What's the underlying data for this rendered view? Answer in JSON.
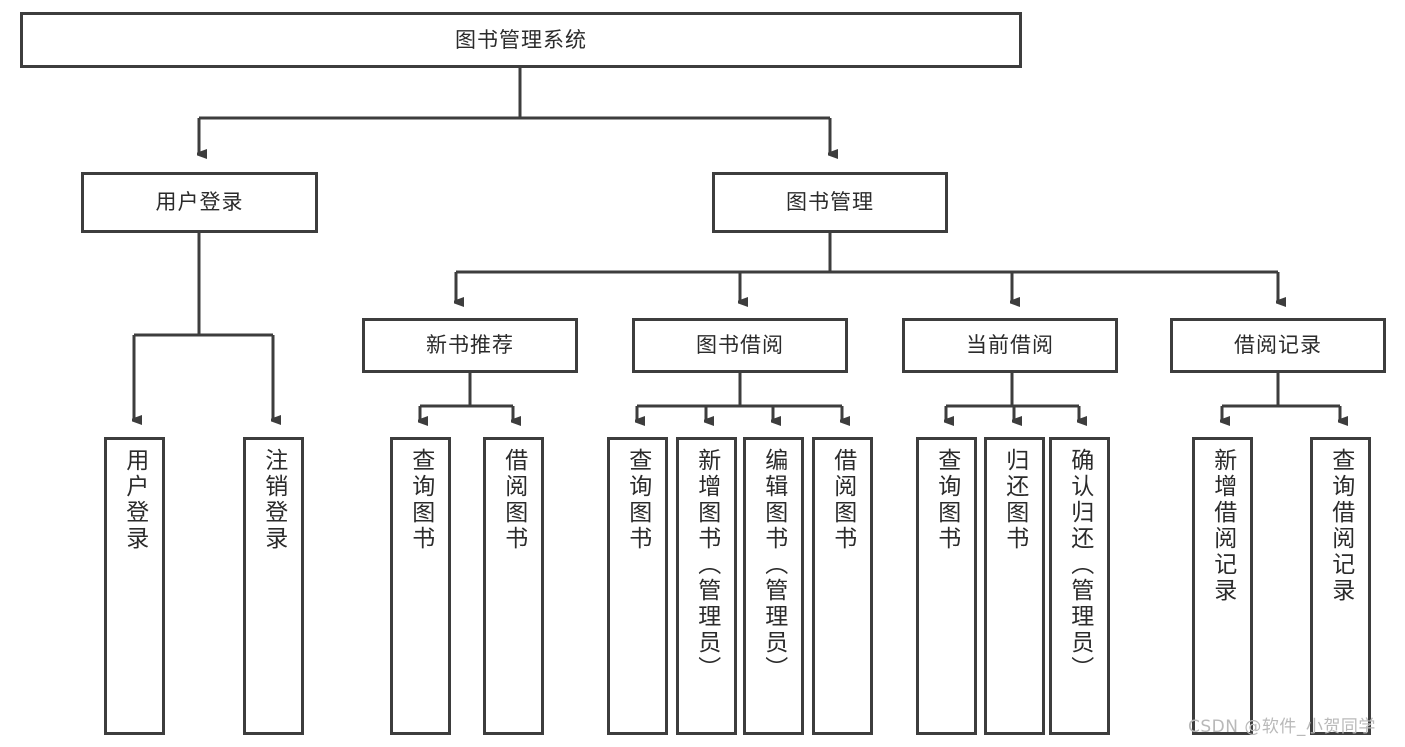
{
  "diagram": {
    "title": "图书管理系统",
    "type": "hierarchy-tree",
    "root": {
      "id": "root",
      "label": "图书管理系统",
      "orientation": "horizontal"
    },
    "level2": [
      {
        "id": "user-login",
        "label": "用户登录",
        "orientation": "horizontal"
      },
      {
        "id": "book-management",
        "label": "图书管理",
        "orientation": "horizontal"
      }
    ],
    "level3": [
      {
        "id": "new-book-recommend",
        "label": "新书推荐",
        "parent": "book-management",
        "orientation": "horizontal"
      },
      {
        "id": "book-borrow",
        "label": "图书借阅",
        "parent": "book-management",
        "orientation": "horizontal"
      },
      {
        "id": "current-borrow",
        "label": "当前借阅",
        "parent": "book-management",
        "orientation": "horizontal"
      },
      {
        "id": "borrow-record",
        "label": "借阅记录",
        "parent": "book-management",
        "orientation": "horizontal"
      }
    ],
    "leaves": [
      {
        "id": "leaf-user-login",
        "label": "用户登录",
        "parent": "user-login",
        "orientation": "vertical"
      },
      {
        "id": "leaf-logout",
        "label": "注销登录",
        "parent": "user-login",
        "orientation": "vertical"
      },
      {
        "id": "leaf-query-book-1",
        "label": "查询图书",
        "parent": "new-book-recommend",
        "orientation": "vertical"
      },
      {
        "id": "leaf-borrow-book-1",
        "label": "借阅图书",
        "parent": "new-book-recommend",
        "orientation": "vertical"
      },
      {
        "id": "leaf-query-book-2",
        "label": "查询图书",
        "parent": "book-borrow",
        "orientation": "vertical"
      },
      {
        "id": "leaf-add-book",
        "label": "新增图书（管理员）",
        "parent": "book-borrow",
        "orientation": "vertical"
      },
      {
        "id": "leaf-edit-book",
        "label": "编辑图书（管理员）",
        "parent": "book-borrow",
        "orientation": "vertical"
      },
      {
        "id": "leaf-borrow-book-2",
        "label": "借阅图书",
        "parent": "book-borrow",
        "orientation": "vertical"
      },
      {
        "id": "leaf-query-book-3",
        "label": "查询图书",
        "parent": "current-borrow",
        "orientation": "vertical"
      },
      {
        "id": "leaf-return-book",
        "label": "归还图书",
        "parent": "current-borrow",
        "orientation": "vertical"
      },
      {
        "id": "leaf-confirm-return",
        "label": "确认归还（管理员）",
        "parent": "current-borrow",
        "orientation": "vertical"
      },
      {
        "id": "leaf-add-record",
        "label": "新增借阅记录",
        "parent": "borrow-record",
        "orientation": "vertical"
      },
      {
        "id": "leaf-query-record",
        "label": "查询借阅记录",
        "parent": "borrow-record",
        "orientation": "vertical"
      }
    ],
    "colors": {
      "stroke": "#3d3d3d",
      "fill": "#ffffff",
      "text": "#2b2b2b",
      "watermark": "#b9b9b9"
    }
  },
  "watermark": {
    "text": "CSDN @软件_小贺同学"
  }
}
